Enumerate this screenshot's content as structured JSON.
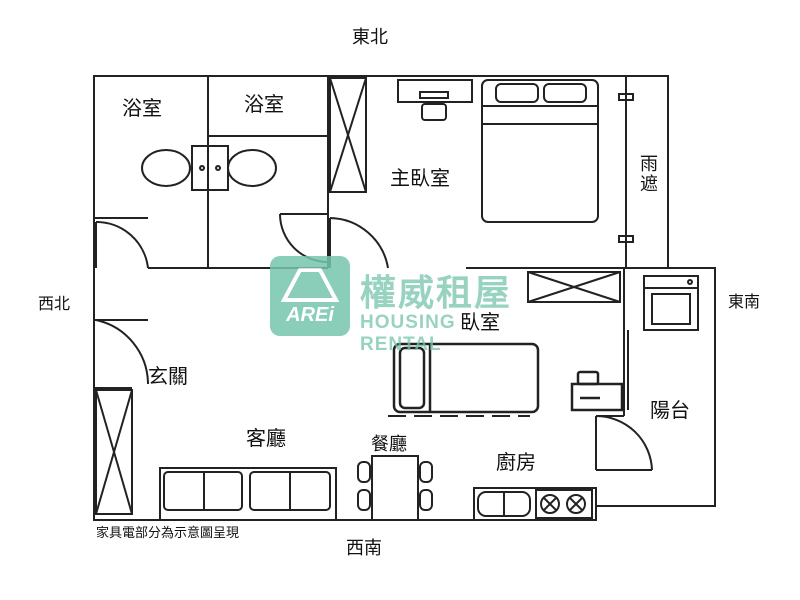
{
  "compass": {
    "north_east": "東北",
    "north_west": "西北",
    "south_east": "東南",
    "south_west": "西南"
  },
  "rooms": {
    "bathroom_left": "浴室",
    "bathroom_right": "浴室",
    "master_bedroom": "主臥室",
    "rain_shelter": "雨遮",
    "bedroom": "臥室",
    "entrance": "玄關",
    "living_room": "客廳",
    "dining_room": "餐廳",
    "kitchen": "廚房",
    "balcony": "陽台"
  },
  "note": "家具電部分為示意圖呈現",
  "watermark": {
    "logo_text": "AREi",
    "name": "權威租屋",
    "subtitle": "HOUSING RENTAL"
  },
  "colors": {
    "line": "#222222",
    "watermark": "#76c5ad"
  },
  "icons": [
    "house-outline-icon"
  ]
}
